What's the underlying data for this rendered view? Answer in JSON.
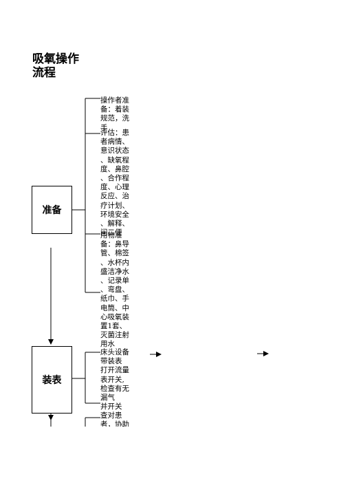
{
  "title": "吸氧操作流程",
  "steps": [
    {
      "label": "准备"
    },
    {
      "label": "装表"
    }
  ],
  "prepare_items": [
    {
      "text": "操作者准\n备：着装\n规范，洗\n手"
    },
    {
      "text": "评估：患\n者病情、\n意识状态\n、缺氧程\n度、鼻腔\n、合作程\n度、心理\n反应、治\n疗计划、\n环境安全\n、解释、\n问二便"
    },
    {
      "text": "用物准\n备：鼻导\n管、棉签\n、水杯内\n盛洁净水\n、记录单\n、弯盘、\n纸巾、手\n电筒、中\n心吸氧装\n置1套、\n灭菌注射\n用水"
    }
  ],
  "install_text": "床头设备\n带装表\n打开流量\n表开关,\n检查有无\n漏气\n并开关",
  "next_text": "查对患\n者，协助"
}
